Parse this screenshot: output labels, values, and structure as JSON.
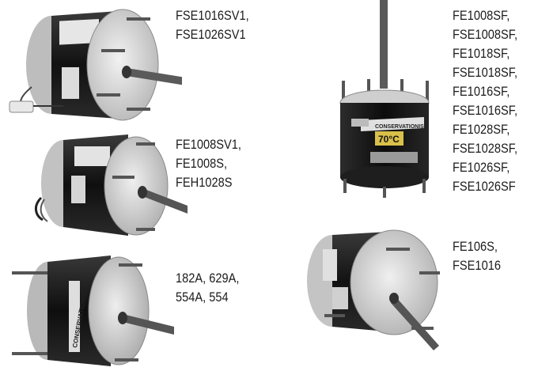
{
  "catalog": {
    "motors": [
      {
        "name": "top-left-motor",
        "model_lines": [
          "FSE1016SV1,",
          "FSE1026SV1"
        ]
      },
      {
        "name": "middle-left-motor",
        "model_lines": [
          "FE1008SV1,",
          "FE1008S,",
          "FEH1028S"
        ]
      },
      {
        "name": "bottom-left-motor",
        "model_lines": [
          "182A, 629A,",
          "554A, 554"
        ]
      },
      {
        "name": "top-right-motor",
        "model_lines": [
          "FE1008SF,",
          "FSE1008SF,",
          "FE1018SF,",
          "FSE1018SF,",
          "FE1016SF,",
          "FSE1016SF,",
          "FE1028SF,",
          "FSE1028SF,",
          "FE1026SF,",
          "FSE1026SF"
        ],
        "badge_text": "70°C",
        "band_text": "CONSERVATIONIST"
      },
      {
        "name": "bottom-right-motor",
        "model_lines": [
          "FE106S,",
          "FSE1016"
        ]
      }
    ],
    "bottom_left_band_text": "CONSERVATIONIST"
  }
}
